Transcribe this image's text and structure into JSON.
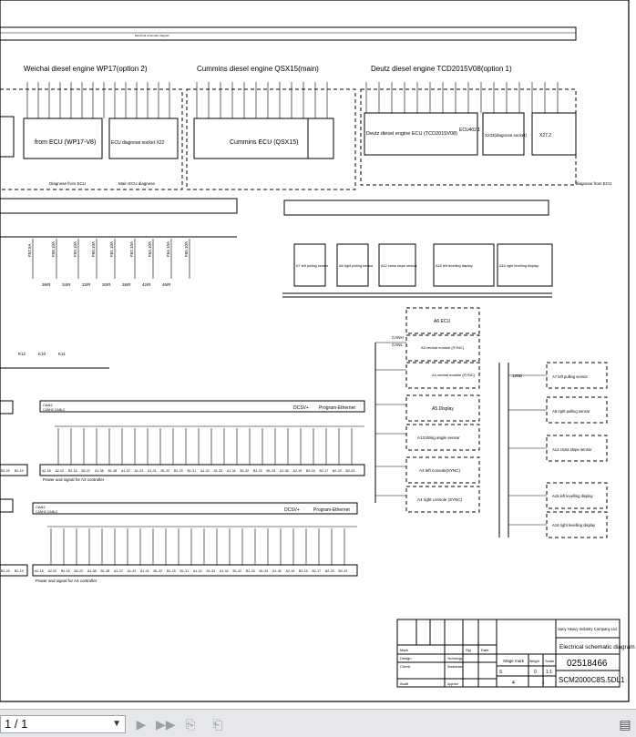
{
  "drawing": {
    "top_title": "Electrical schematic diagram",
    "engines": {
      "weichai": "Weichai diesel engine WP17(option 2)",
      "cummins": "Cummins diesel engine QSX15(main)",
      "deutz": "Deutz diesel engine TCD2015V08(option 1)"
    },
    "ecu_labels": {
      "from_ecu": "from ECU (WP17-V8)",
      "ecu_socket_x22": "ECU diagnose socket X22",
      "cummins_ecu": "Cummins ECU (QSX15)",
      "deutz_ecu": "Deutz diesel engine ECU (TCD2015V08)",
      "ecu_num": "ECU402.1",
      "x233": "X233(diagnose socket)",
      "x27": "X27.2",
      "diagnose_from_ecu": "Diagnose from ECU",
      "main_ecu_diag": "Main ECU diagnose",
      "diag_from_ecu2": "diagnose from ECU"
    },
    "sensors_top": [
      "A7 left pulling sensor",
      "A8 right pulling sensor",
      "A12 cross slope sensor",
      "A15 left levelling display",
      "A16 right levelling display"
    ],
    "can_bus": {
      "a6": "A6 ECU",
      "a3": "A3 central module (SYNC)",
      "a4": "A4 central module (SYNC)",
      "a5": "A5 Display",
      "a13": "A13 tilting angle sensor",
      "a3left": "A3 left console(SYNC)",
      "a4right": "A4 right console (SYNC)",
      "canh": "CANH",
      "canl": "CANL",
      "r120": "120Ω"
    },
    "sensors_right": [
      "A7 left pulling sensor",
      "A8 right pulling sensor",
      "A12 cross slope sensor",
      "A15 left levelling display",
      "A16 right levelling display"
    ],
    "controllers": {
      "a3_caption": "Power and signal for A3 controller",
      "a4_caption": "Power and signal for A4 controller",
      "dcsv": "DCSV+",
      "program_ethernet": "Program-Ethernet",
      "can2": "CAN2",
      "can2_sub": "CANH2 CANL2",
      "a3_pins": [
        "A2-18",
        "A2-22",
        "B2-18",
        "B2-22",
        "A1-38",
        "B1-38",
        "A1-22",
        "A1-23",
        "A1-31",
        "B1-22",
        "B1-23",
        "B1-31",
        "A1-32",
        "A1-33",
        "A1-34",
        "B1-32",
        "B1-33",
        "B1-34",
        "A1-36",
        "A2-19",
        "B2-16",
        "B2-17",
        "B2-23",
        "B2-24"
      ],
      "a4_pins": [
        "A2-18",
        "A2-22",
        "B2-18",
        "B2-22",
        "A1-38",
        "B1-38",
        "A1-22",
        "A1-23",
        "A1-31",
        "B1-22",
        "B1-23",
        "B1-31",
        "A1-32",
        "A1-33",
        "A1-34",
        "B1-32",
        "B1-33",
        "B1-34",
        "A1-36",
        "A2-19",
        "B2-16",
        "B2-17",
        "B2-23",
        "B2-24"
      ],
      "left_pins_a3": [
        "B2-24",
        "B2-19"
      ],
      "left_pins_a4": [
        "B2-24",
        "B2-19"
      ]
    },
    "fuses": [
      "F57.5A",
      "F58.10A",
      "F59.10A",
      "F60.10A",
      "F61.10A",
      "F62.10A",
      "F63.10A",
      "F64.10A",
      "F65.10A"
    ],
    "wire_labels": [
      "36/R",
      "34/R",
      "32/R",
      "30/R",
      "38/R",
      "42/R",
      "46/R"
    ],
    "relays": [
      "K12",
      "K10",
      "K11"
    ],
    "title_block": {
      "company": "Sany Heavy Industry Company Ltd.",
      "title": "Electrical schematic diagram",
      "number": "02518466",
      "model": "SCM2000C8S.5DL1",
      "stage_mark": "Stage mark",
      "weight": "Weight",
      "scale": "Scale",
      "stage_s": "S",
      "scale_val": "1:1",
      "weight_val": "0",
      "sheet": "4",
      "sheets": "1",
      "rows": [
        "Mark",
        "Design",
        "Check",
        "Audit"
      ],
      "mid_labels": [
        "Technology",
        "Standardize",
        "Approve"
      ],
      "sig": "Sig",
      "date": "Date"
    }
  },
  "toolbar": {
    "page_value": "1 / 1",
    "icons": [
      "next-page-icon",
      "last-page-icon",
      "rotate-left-icon",
      "rotate-right-icon",
      "sidebar-toggle-icon"
    ]
  }
}
